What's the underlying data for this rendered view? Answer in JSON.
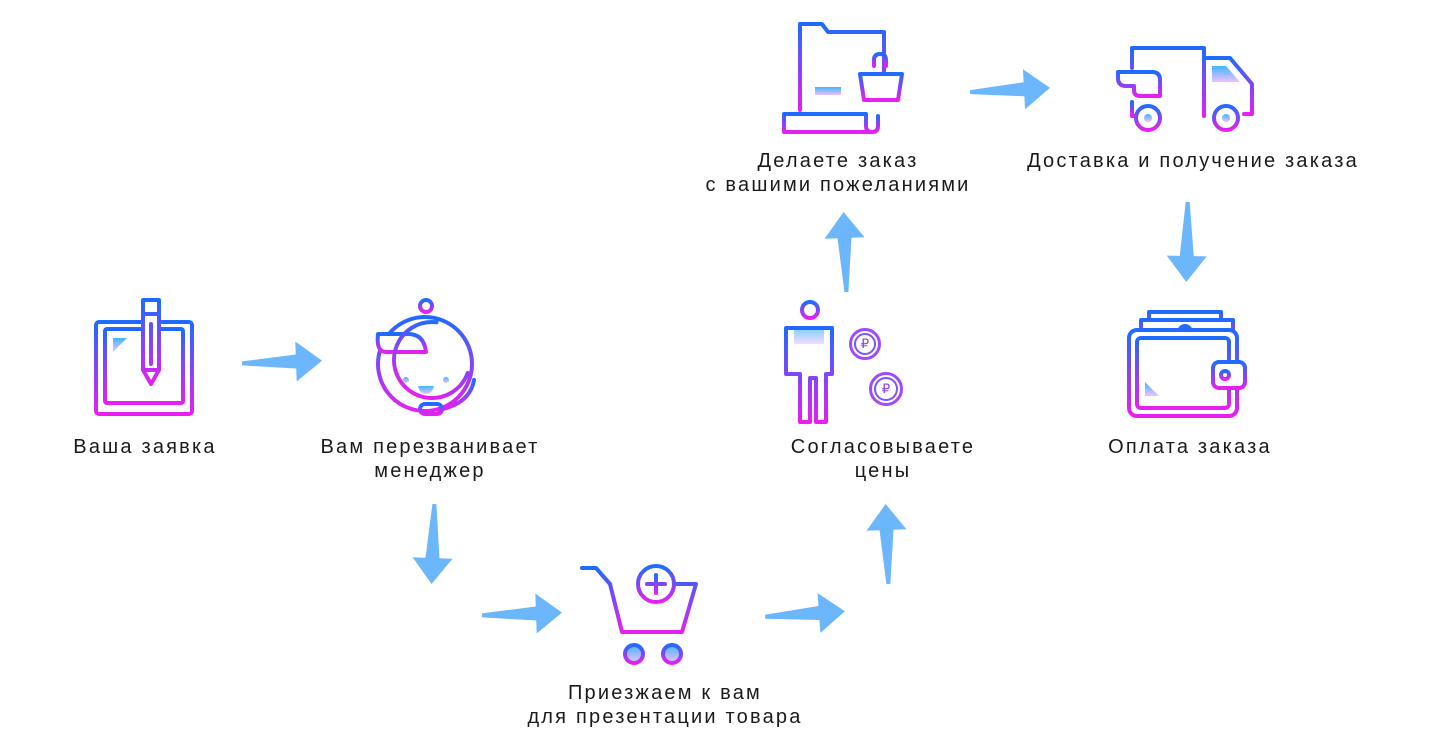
{
  "colors": {
    "gradient_top": "#1f6bff",
    "gradient_bottom": "#e81ff0",
    "arrow": "#6cb7fb",
    "text": "#1a1a1a"
  },
  "steps": [
    {
      "icon": "tablet-pencil-icon",
      "label_lines": [
        "Ваша заявка"
      ]
    },
    {
      "icon": "support-operator-icon",
      "label_lines": [
        "Вам перезванивает",
        "менеджер"
      ]
    },
    {
      "icon": "cart-add-icon",
      "label_lines": [
        "Приезжаем к вам",
        "для презентации товара"
      ]
    },
    {
      "icon": "person-coins-icon",
      "label_lines": [
        "Согласовываете",
        "цены"
      ]
    },
    {
      "icon": "order-document-basket-icon",
      "label_lines": [
        "Делаете заказ",
        "с вашими пожеланиями"
      ]
    },
    {
      "icon": "delivery-truck-icon",
      "label_lines": [
        "Доставка и получение заказа"
      ]
    },
    {
      "icon": "wallet-icon",
      "label_lines": [
        "Оплата заказа"
      ]
    }
  ],
  "coin_symbol": "₽"
}
